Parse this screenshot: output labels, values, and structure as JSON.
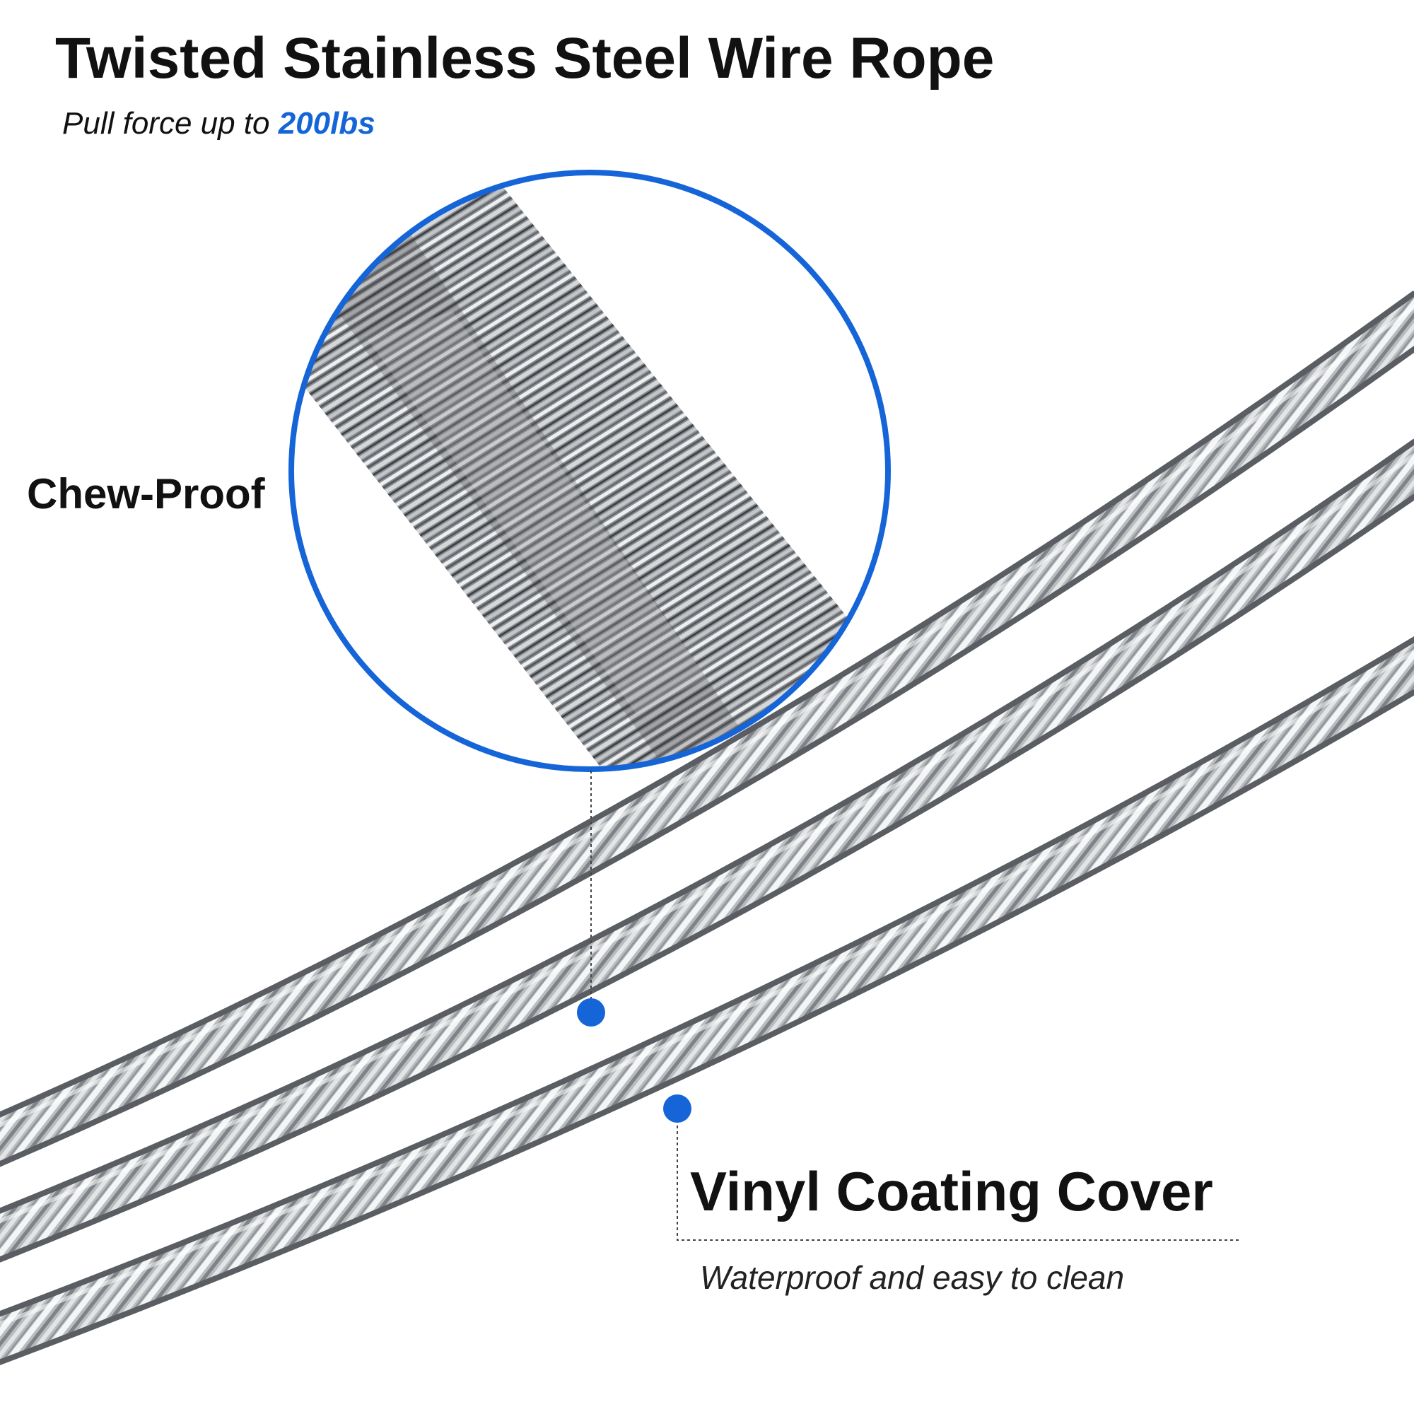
{
  "header": {
    "title": "Twisted Stainless Steel Wire Rope",
    "subtitle_prefix": "Pull force up to ",
    "subtitle_highlight": "200lbs"
  },
  "callouts": {
    "chew_proof": "Chew-Proof",
    "vinyl_title": "Vinyl Coating Cover",
    "vinyl_subtitle": "Waterproof and easy to clean"
  },
  "colors": {
    "accent": "#1565d8",
    "text": "#111111",
    "background": "#ffffff"
  },
  "icons": {
    "zoom": "magnified-strand-circle",
    "marker": "blue-dot-marker"
  }
}
